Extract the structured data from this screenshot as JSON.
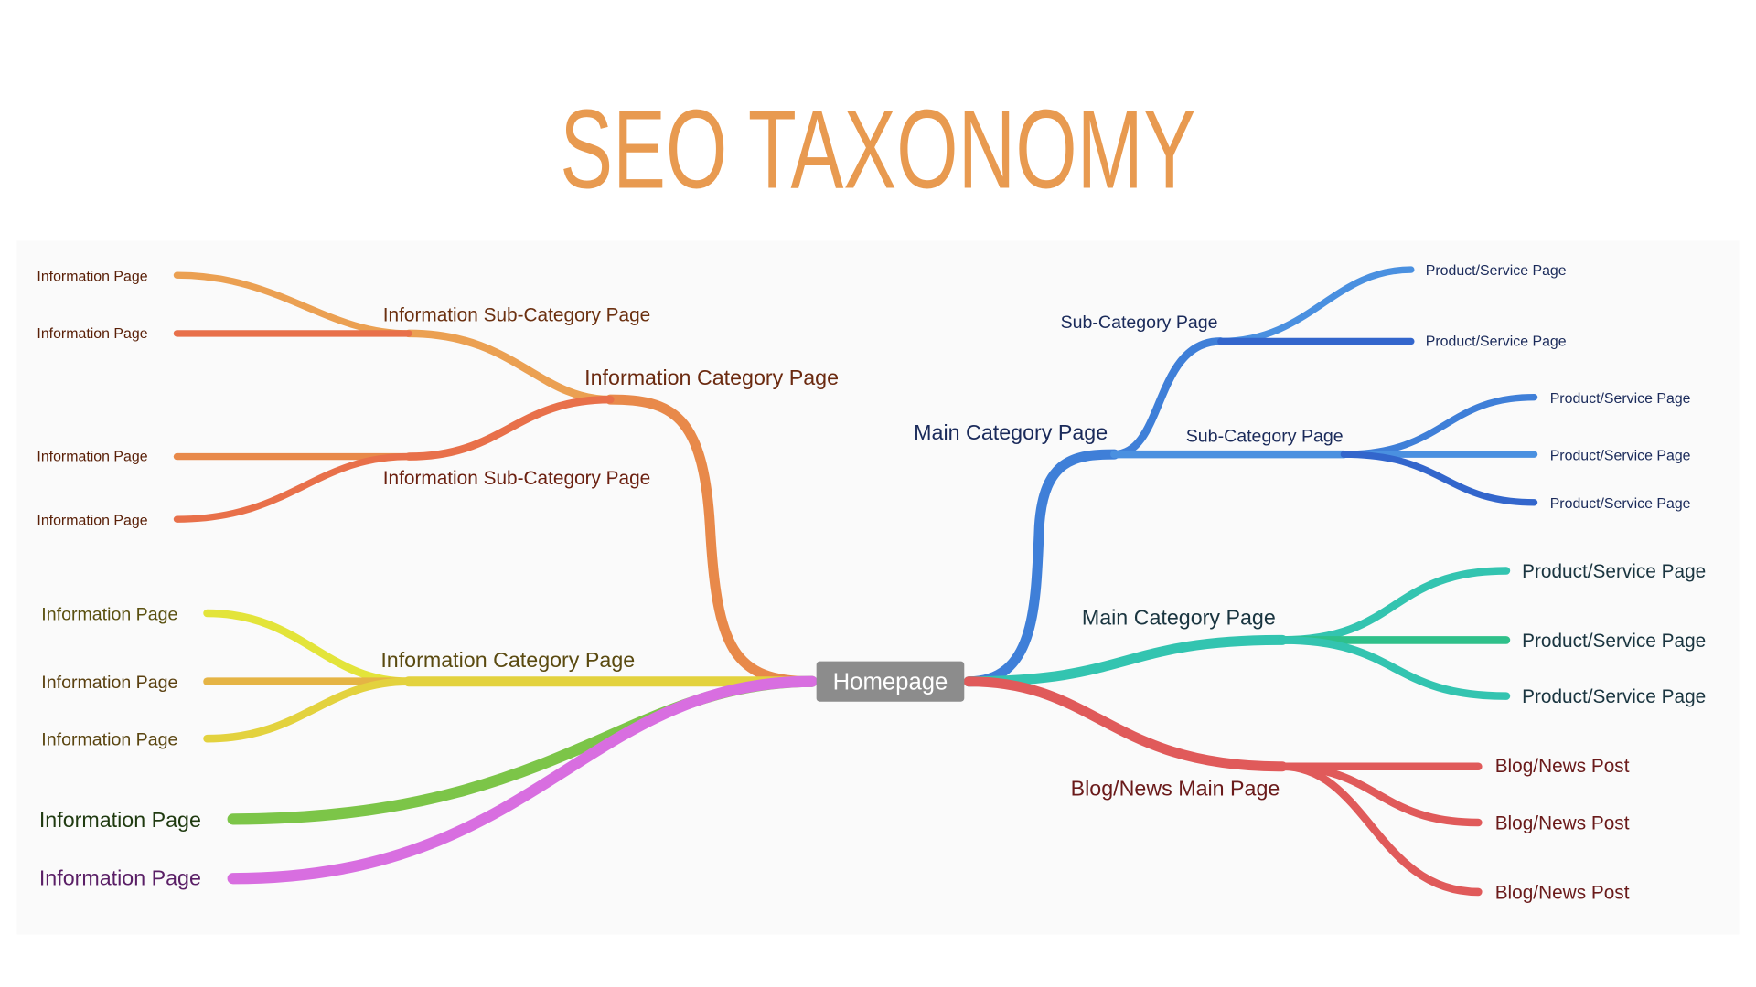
{
  "title": "SEO TAXONOMY",
  "root": "Homepage",
  "left": {
    "info_category_1": "Information Category Page",
    "sub_category_1": "Information Sub-Category Page",
    "sub_category_2": "Information Sub-Category Page",
    "info_pages_sub1": [
      "Information Page",
      "Information Page"
    ],
    "info_pages_sub2": [
      "Information Page",
      "Information Page"
    ],
    "info_category_2": "Information Category Page",
    "info_pages_cat2": [
      "Information Page",
      "Information Page",
      "Information Page"
    ],
    "info_page_green": "Information Page",
    "info_page_magenta": "Information Page"
  },
  "right": {
    "main_category_1": "Main Category Page",
    "sub_category_1": "Sub-Category Page",
    "sub_category_2": "Sub-Category Page",
    "products_sub1": [
      "Product/Service Page",
      "Product/Service Page"
    ],
    "products_sub2": [
      "Product/Service Page",
      "Product/Service Page",
      "Product/Service Page"
    ],
    "main_category_2": "Main Category Page",
    "products_main2": [
      "Product/Service Page",
      "Product/Service Page",
      "Product/Service Page"
    ],
    "blog_main": "Blog/News Main Page",
    "blog_posts": [
      "Blog/News Post",
      "Blog/News Post",
      "Blog/News Post"
    ]
  },
  "colors": {
    "title": "#e89a50",
    "root": "#8c8c8c",
    "orange": "#e8894a",
    "orange_light": "#eba052",
    "orange_red": "#e8704a",
    "yellow": "#e3d23e",
    "yellow_green": "#e3e43a",
    "gold": "#e5b445",
    "green": "#7cc548",
    "magenta": "#d86ee0",
    "blue": "#3f7fd8",
    "blue_mid": "#4a90e0",
    "blue_dark": "#3366cc",
    "teal": "#33c4b0",
    "teal_green": "#2fc08a",
    "red": "#e05a5a"
  }
}
